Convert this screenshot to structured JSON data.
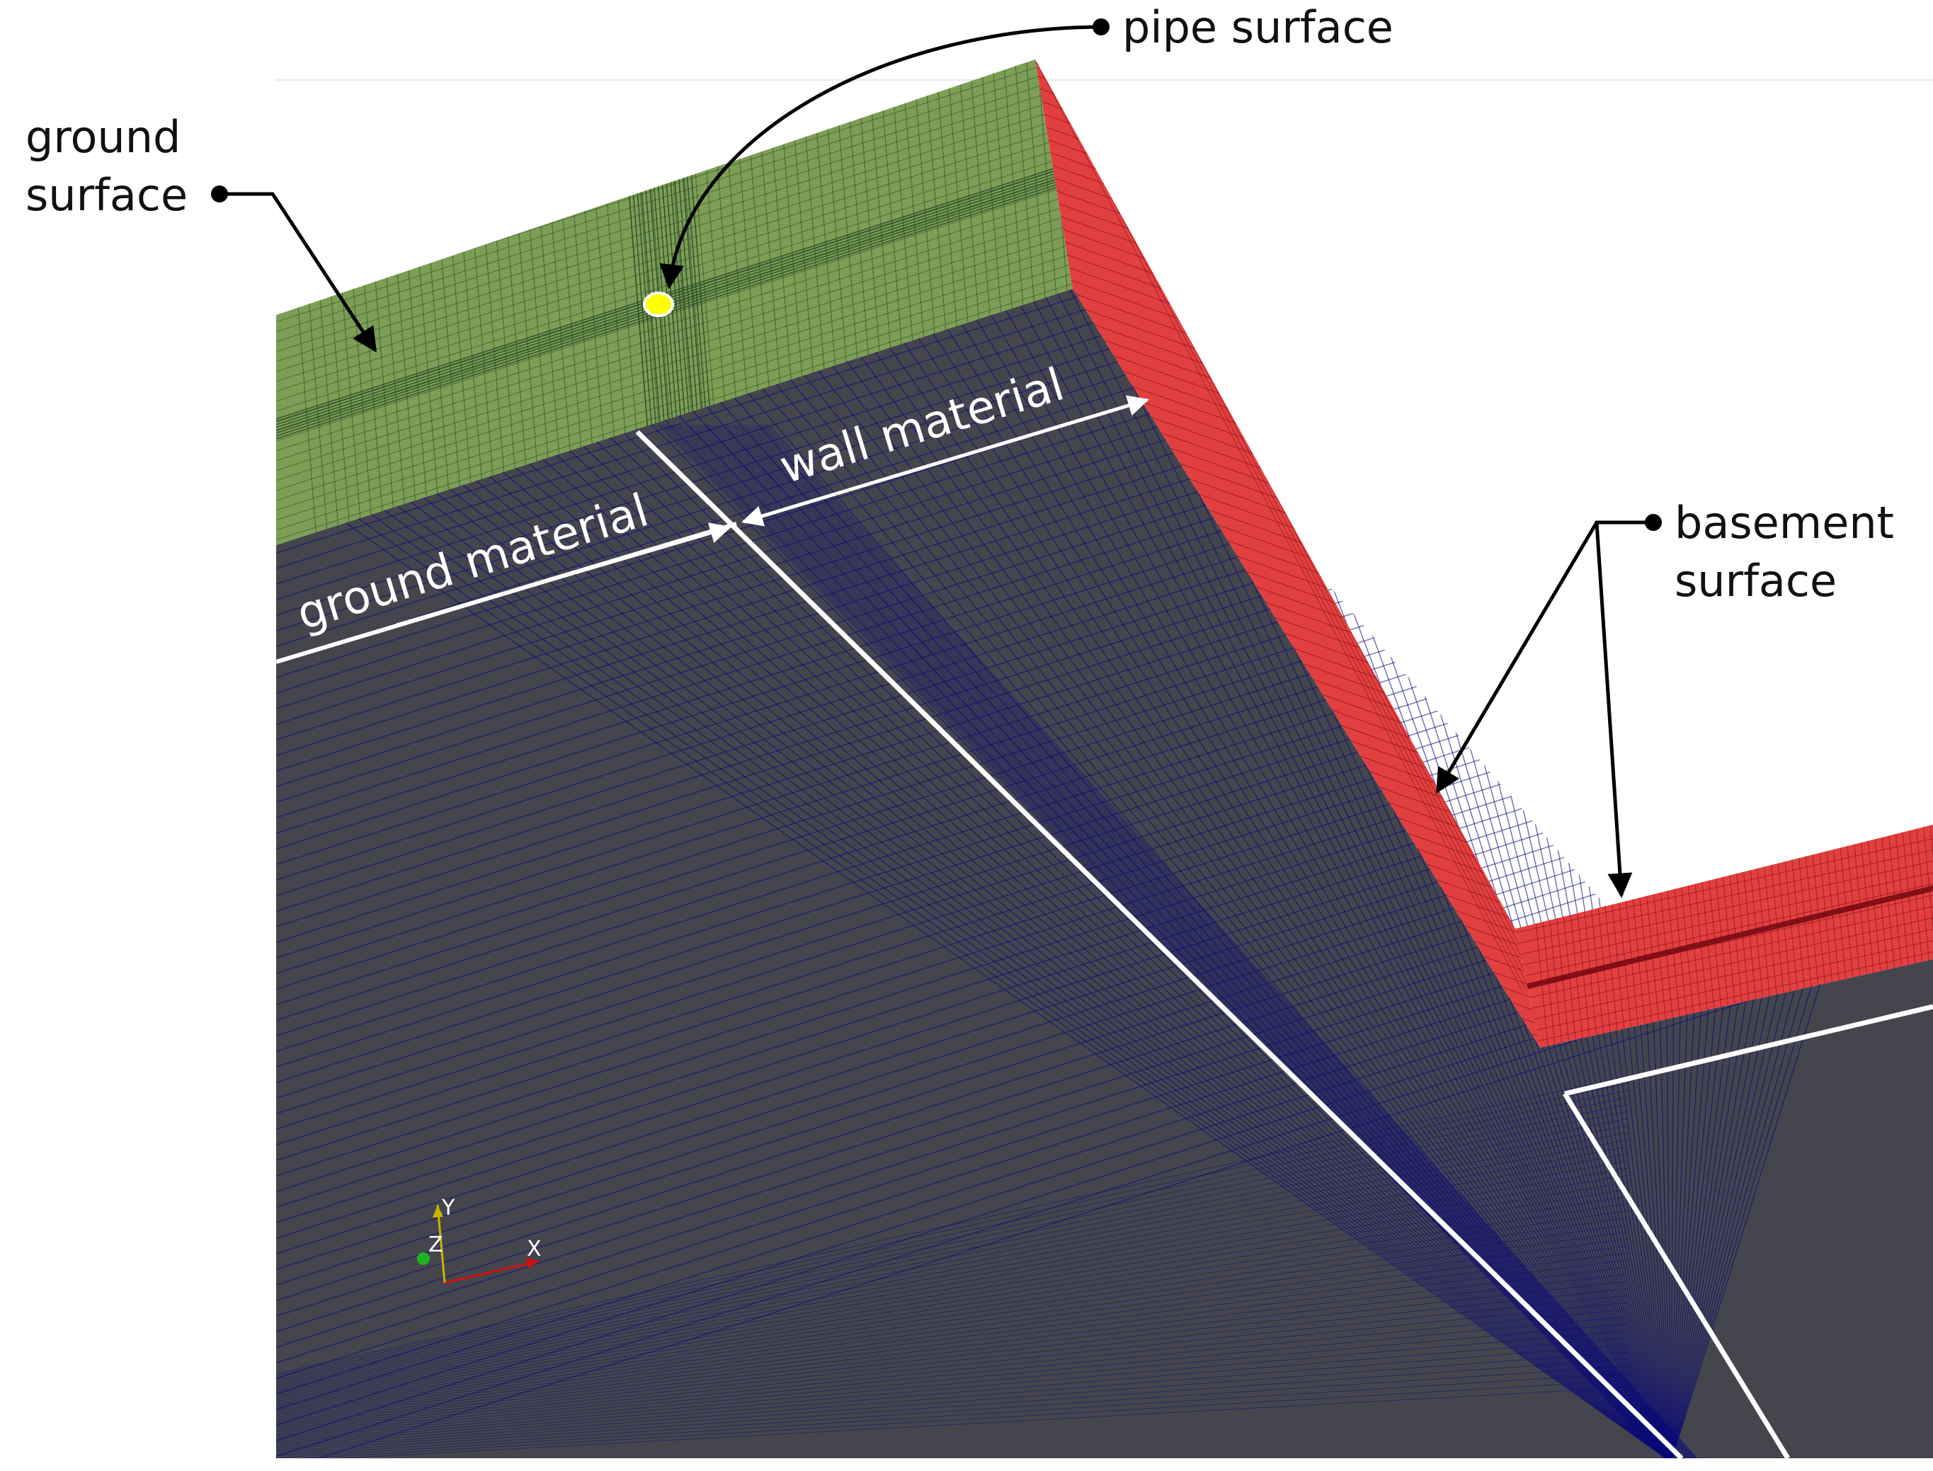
{
  "labels": {
    "ground_surface": [
      "ground",
      "surface"
    ],
    "pipe_surface": "pipe surface",
    "basement_surface": [
      "basement",
      "surface"
    ],
    "ground_material": "ground material",
    "wall_material": "wall material"
  },
  "axes": {
    "x": "X",
    "y": "Y",
    "z": "Z"
  },
  "colors": {
    "ground_surface": "#7d9f55",
    "basement_surface": "#e24040",
    "material_fill": "#45454e",
    "mesh_lines": "#0a0a78",
    "pipe": "#ffff00",
    "boundary_lines": "#ffffff",
    "annotation": "#000000"
  }
}
